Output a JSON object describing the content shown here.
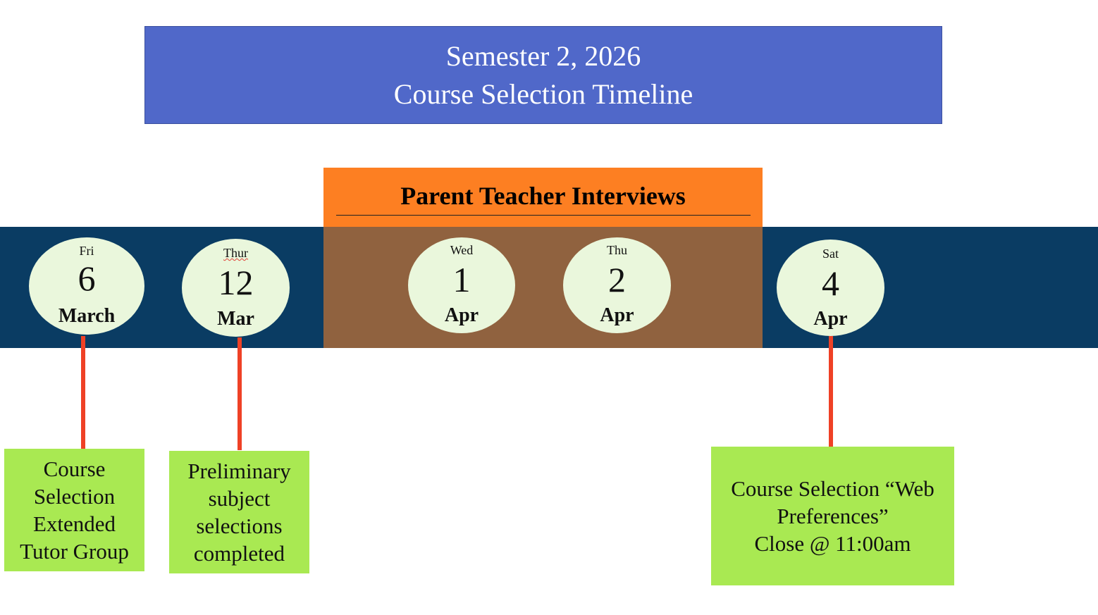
{
  "title": {
    "line1": "Semester 2, 2026",
    "line2": "Course Selection Timeline"
  },
  "colors": {
    "title_bg": "#5068c9",
    "band_bg": "#0a3c63",
    "ptb_header_bg": "#fd7f22",
    "ptb_range_bg": "#90623f",
    "bubble_bg": "#eaf7dc",
    "connector": "#ef4126",
    "note_bg": "#a9e952"
  },
  "interview_period": {
    "label": "Parent Teacher Interviews"
  },
  "dates": [
    {
      "dow": "Fri",
      "day": "6",
      "month": "March"
    },
    {
      "dow": "Thur",
      "day": "12",
      "month": "Mar"
    },
    {
      "dow": "Wed",
      "day": "1",
      "month": "Apr"
    },
    {
      "dow": "Thu",
      "day": "2",
      "month": "Apr"
    },
    {
      "dow": "Sat",
      "day": "4",
      "month": "Apr"
    }
  ],
  "events": [
    {
      "date_ref": "Fri 6 March",
      "lines": [
        "Course",
        "Selection",
        "Extended",
        "Tutor Group"
      ]
    },
    {
      "date_ref": "Thur 12 Mar",
      "lines": [
        "Preliminary",
        "subject",
        "selections",
        "completed"
      ]
    },
    {
      "date_ref": "Sat 4 Apr",
      "lines": [
        "Course Selection “Web",
        "Preferences”",
        "Close @ 11:00am"
      ]
    }
  ]
}
